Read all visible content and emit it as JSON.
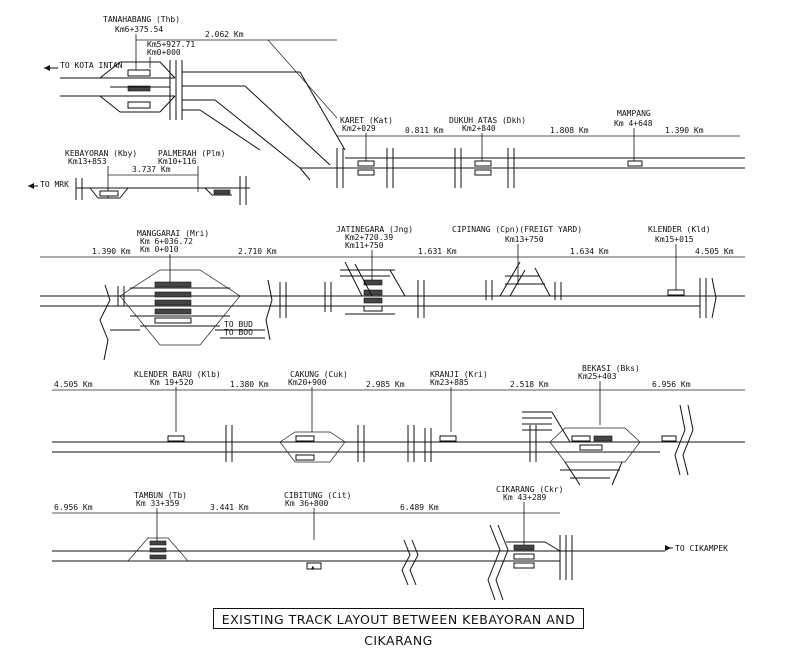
{
  "caption": "EXISTING TRACK LAYOUT BETWEEN KEBAYORAN AND CIKARANG",
  "directions": {
    "kota_intan": "TO KOTA INTAN",
    "mrk": "TO MRK",
    "bud": "TO BUD",
    "boo": "TO BOO",
    "cikampek": "TO CIKAMPEK"
  },
  "stations": {
    "tanahabang": {
      "name": "TANAHABANG (Thb)",
      "km1": "Km6+375.54",
      "km2": "Km5+927.71",
      "km3": "Km0+000"
    },
    "kebayoran": {
      "name": "KEBAYORAN (Kby)",
      "km": "Km13+853"
    },
    "palmerah": {
      "name": "PALMERAH (Plm)",
      "km": "Km10+116"
    },
    "karet": {
      "name": "KARET (Kat)",
      "km": "Km2+029"
    },
    "dukuh_atas": {
      "name": "DUKUH ATAS (Dkh)",
      "km": "Km2+840"
    },
    "mampang": {
      "name": "MAMPANG",
      "km": "Km 4+648"
    },
    "manggarai": {
      "name": "MANGGARAI (Mri)",
      "km1": "Km 6+036.72",
      "km2": "Km 0+010"
    },
    "jatinegara": {
      "name": "JATINEGARA (Jng)",
      "km1": "Km2+720.39",
      "km2": "Km11+750"
    },
    "cipinang": {
      "name": "CIPINANG (Cpn)(FREIGT YARD)",
      "km": "Km13+750"
    },
    "klender": {
      "name": "KLENDER (Kld)",
      "km": "Km15+015"
    },
    "klender_baru": {
      "name": "KLENDER BARU (Klb)",
      "km": "Km 19+520"
    },
    "cakung": {
      "name": "CAKUNG (Cuk)",
      "km": "Km20+900"
    },
    "kranji": {
      "name": "KRANJI (Kri)",
      "km": "Km23+885"
    },
    "bekasi": {
      "name": "BEKASI (Bks)",
      "km": "Km25+403"
    },
    "tambun": {
      "name": "TAMBUN (Tb)",
      "km": "Km 33+359"
    },
    "cibitung": {
      "name": "CIBITUNG (Cit)",
      "km": "Km 36+800"
    },
    "cikarang": {
      "name": "CIKARANG (Ckr)",
      "km": "Km 43+289"
    }
  },
  "distances": {
    "thb_kat": "2.062 Km",
    "kat_dkh": "0.811 Km",
    "dkh_mpg": "1.808 Km",
    "mpg_end": "1.390 Km",
    "kby_plm": "3.737 Km",
    "r2_start": "1.390 Km",
    "mri_jng": "2.710 Km",
    "jng_cpn": "1.631 Km",
    "cpn_kld": "1.634 Km",
    "r2_end": "4.505 Km",
    "r3_start": "4.505 Km",
    "klb_cuk": "1.380 Km",
    "cuk_kri": "2.985 Km",
    "kri_bks": "2.518 Km",
    "r3_end": "6.956 Km",
    "r4_start": "6.956 Km",
    "tb_cit": "3.441 Km",
    "cit_ckr": "6.489 Km"
  }
}
